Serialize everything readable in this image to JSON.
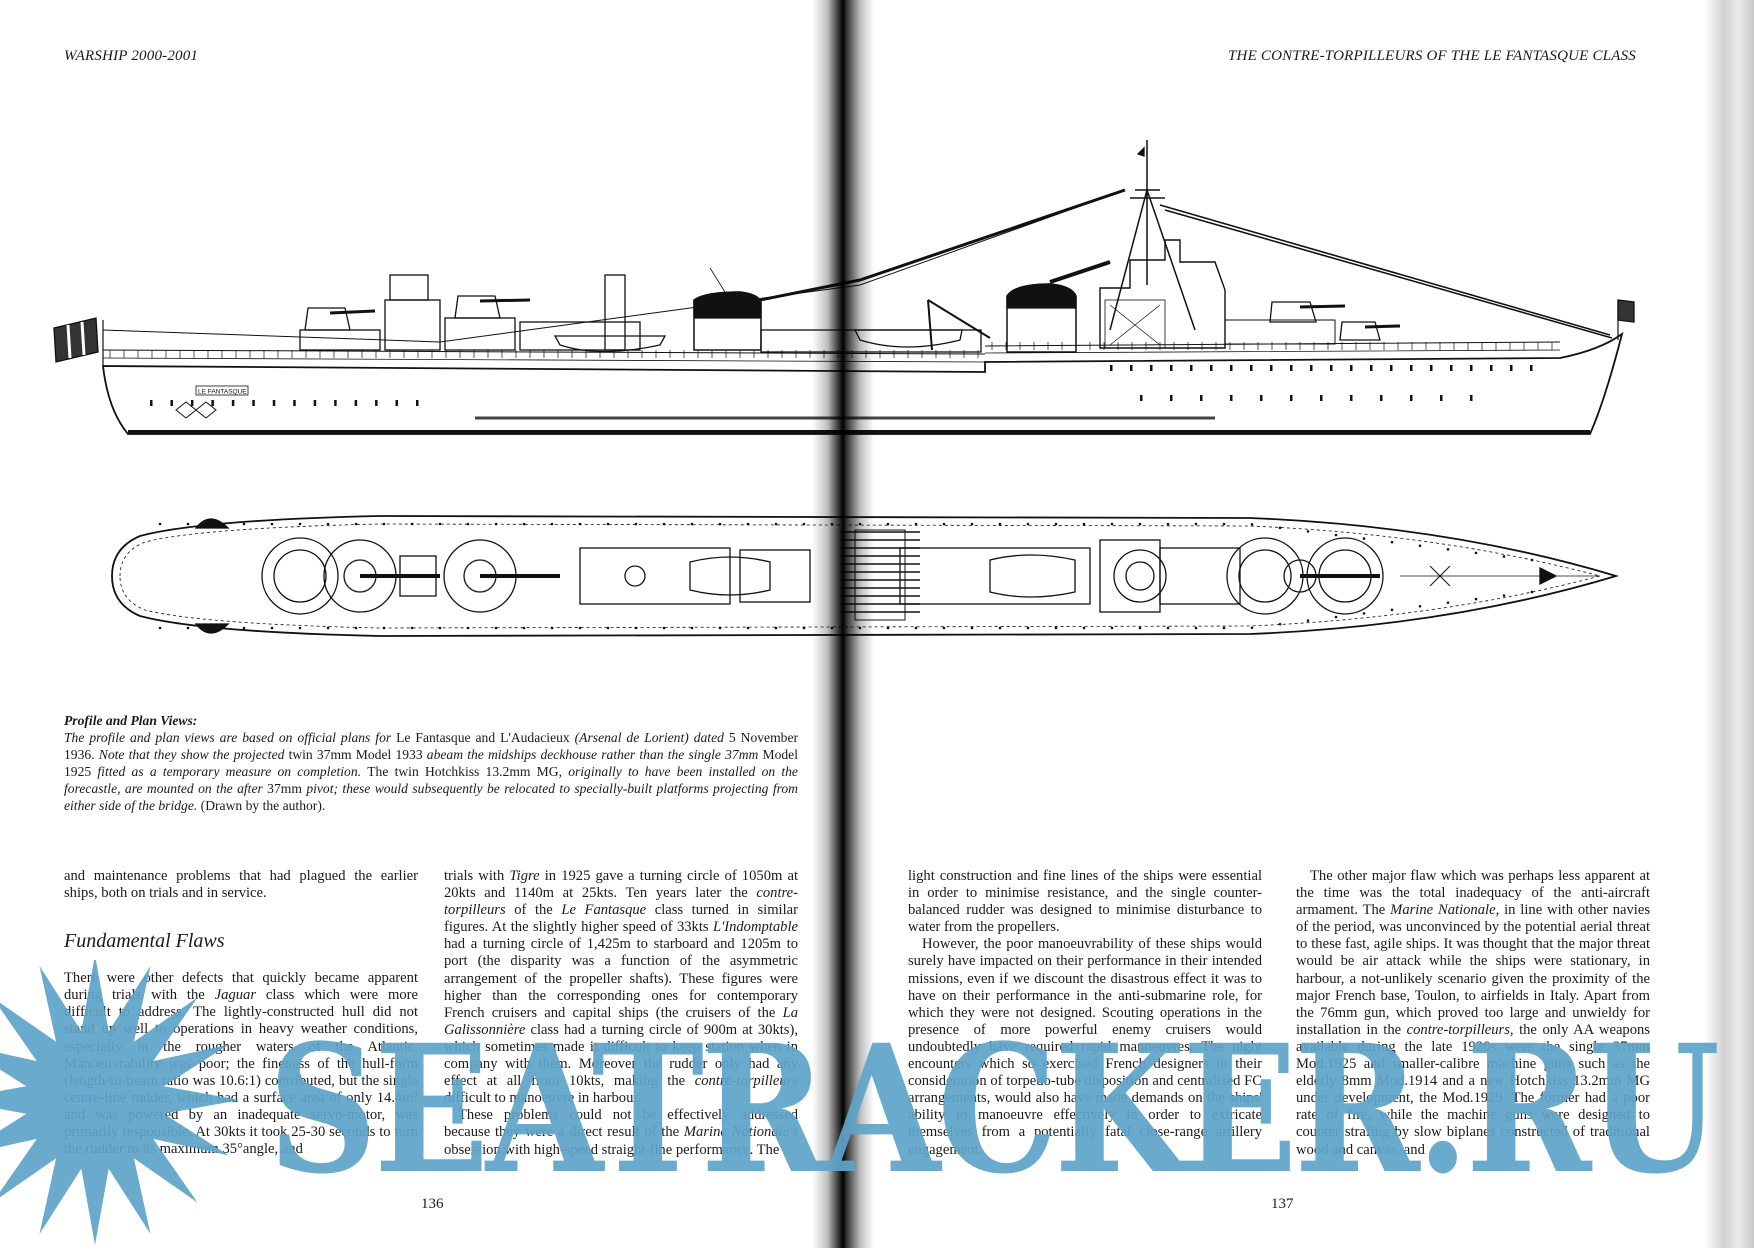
{
  "header": {
    "left": "WARSHIP 2000-2001",
    "right": "THE CONTRE-TORPILLEURS OF THE LE FANTASQUE CLASS"
  },
  "drawing": {
    "name_plate": "LE FANTASQUE"
  },
  "caption": {
    "title": "Profile and Plan Views:",
    "segments": [
      {
        "t": "The profile and plan views are based on official plans for ",
        "i": true
      },
      {
        "t": "Le Fantasque and L'Audacieux ",
        "i": false
      },
      {
        "t": "(Arsenal de Lorient) dated ",
        "i": true
      },
      {
        "t": "5 November 1936. ",
        "i": false
      },
      {
        "t": "Note that they show the projected ",
        "i": true
      },
      {
        "t": "twin 37mm Model 1933 ",
        "i": false
      },
      {
        "t": "abeam the midships deckhouse rather than the single 37mm ",
        "i": true
      },
      {
        "t": "Model 1925 ",
        "i": false
      },
      {
        "t": "fitted as a temporary measure on completion. ",
        "i": true
      },
      {
        "t": "The twin Hotchkiss 13.2mm MG",
        "i": false
      },
      {
        "t": ", originally to have been installed on the forecastle, are mounted on the after ",
        "i": true
      },
      {
        "t": "37mm ",
        "i": false
      },
      {
        "t": "pivot; these would subsequently be relocated to specially-built  platforms projecting from either side of the  bridge. ",
        "i": true
      },
      {
        "t": "(Drawn by the author).",
        "i": false
      }
    ]
  },
  "columns": [
    {
      "blocks": [
        {
          "type": "p",
          "indent": false,
          "segments": [
            {
              "t": "and maintenance problems that had plagued the earlier ships, both on trials and in service.",
              "i": false
            }
          ]
        },
        {
          "type": "h",
          "text": "Fundamental Flaws"
        },
        {
          "type": "p",
          "indent": false,
          "segments": [
            {
              "t": "There were other defects that quickly became apparent during trials with the ",
              "i": false
            },
            {
              "t": "Jaguar",
              "i": true
            },
            {
              "t": " class which were more difficult to address. The lightly-constructed hull did not stand up well to operations in heavy weather conditions, especially in the rougher waters of the Atlantic. Manoeuvrability was poor; the fineness of the hull-form (length-to-beam ratio was 10.6:1) contributed, but the single centre-line rudder, which had a surface area of only 14.4m² and was powered by an inadequate servo-motor, was primarily responsible. At 30kts it took 25-30 seconds to turn the rudder to its maximum 35°angle, and",
              "i": false
            }
          ]
        }
      ]
    },
    {
      "blocks": [
        {
          "type": "p",
          "indent": false,
          "segments": [
            {
              "t": "trials with ",
              "i": false
            },
            {
              "t": "Tigre",
              "i": true
            },
            {
              "t": " in 1925 gave a turning circle of 1050m at 20kts and 1140m at 25kts. Ten years later the ",
              "i": false
            },
            {
              "t": "contre-torpilleurs",
              "i": true
            },
            {
              "t": " of the ",
              "i": false
            },
            {
              "t": "Le Fantasque",
              "i": true
            },
            {
              "t": " class turned in similar figures. At the slightly higher speed of 33kts ",
              "i": false
            },
            {
              "t": "L'Indomptable",
              "i": true
            },
            {
              "t": " had a turning circle of 1,425m to starboard and 1205m to port (the disparity was a function of the asymmetric arrangement of the propeller shafts). These figures were higher than the corresponding ones for contemporary French cruisers and capital ships (the cruisers of the ",
              "i": false
            },
            {
              "t": "La Galissonnière",
              "i": true
            },
            {
              "t": " class had a turning circle of 900m at 30kts), which sometimes made it difficult to keep station when in company with them. Moreover the rudder only had any effect at all from 10kts, making the ",
              "i": false
            },
            {
              "t": "contre-torpilleurs",
              "i": true
            },
            {
              "t": " difficult to manoeuvre in harbour.",
              "i": false
            }
          ]
        },
        {
          "type": "p",
          "indent": true,
          "segments": [
            {
              "t": "These problems could not be effectively addressed because they were a direct result of the ",
              "i": false
            },
            {
              "t": "Marine Nationale's",
              "i": true
            },
            {
              "t": " obsession with high-speed straight-line performance. The",
              "i": false
            }
          ]
        }
      ]
    },
    {
      "blocks": [
        {
          "type": "p",
          "indent": false,
          "segments": [
            {
              "t": "light construction and fine lines of the ships were essential in order to minimise resistance, and the single counter-balanced rudder was designed to minimise disturbance to water from the propellers.",
              "i": false
            }
          ]
        },
        {
          "type": "p",
          "indent": true,
          "segments": [
            {
              "t": "However, the poor manoeuvrability of these ships would surely have impacted on their performance in their intended missions, even if we discount the disastrous effect it was to have on their performance in the anti-submarine role, for which they were not designed. Scouting operations in the presence of more powerful enemy cruisers would undoubtedly have required rapid manoeuvres. The night encounters which so exercised French designers in their consideration of torpedo-tube disposition and centralised FC arrangements, would also have made demands on the ships' ability to manoeuvre effectively in order to extricate themselves from a potentially fatal close-range artillery engagement.",
              "i": false
            }
          ]
        }
      ]
    },
    {
      "blocks": [
        {
          "type": "p",
          "indent": true,
          "segments": [
            {
              "t": "The other major flaw which was perhaps less apparent at the time was the total inadequacy of the anti-aircraft armament. The ",
              "i": false
            },
            {
              "t": "Marine Nationale",
              "i": true
            },
            {
              "t": ", in line with other navies of the period, was unconvinced by the potential aerial threat to these fast, agile ships. It was thought that the major threat would be air attack while the ships were stationary, in harbour, a not-unlikely scenario given the proximity of the major French base, Toulon, to airfields in Italy. Apart from the 76mm gun, which proved too large and unwieldy for installation in the ",
              "i": false
            },
            {
              "t": "contre-torpilleurs",
              "i": true
            },
            {
              "t": ", the only AA weapons available during the late 1920s were the single 37mm Mod.1925 and smaller-calibre machine guns such as the elderly 8mm Mod.1914 and a new Hotchkiss 13.2mm MG under development, the Mod.1929. The former had a poor rate of fire, while the machine guns were designed to counter strafing by slow biplanes constructed of traditional wood and canvas, and",
              "i": false
            }
          ]
        }
      ]
    }
  ],
  "page_numbers": {
    "left": "136",
    "right": "137"
  },
  "watermark": {
    "text": "SEATRACKER.RU",
    "color": "#5fa4c9"
  }
}
